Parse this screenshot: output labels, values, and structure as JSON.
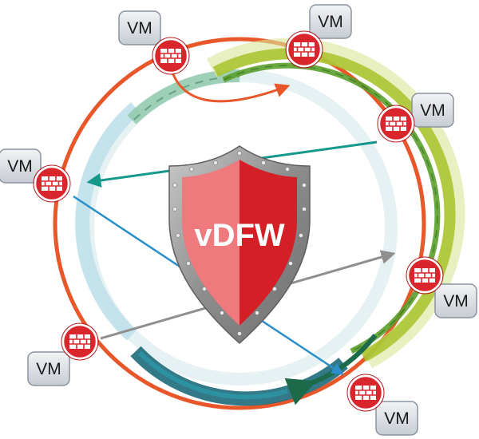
{
  "center": {
    "label": "vDFW"
  },
  "vm_label": "VM",
  "colors": {
    "orange_ring": "#e8572a",
    "firewall_red": "#d9262c",
    "shield_left": "#ef7a7e",
    "shield_right": "#d51f26",
    "shield_rim": "#9a9a9a",
    "teal": "#14988a",
    "blue": "#2a8fc9",
    "gray_arrow": "#8f8f8f",
    "green": "#5a9e2b",
    "olive": "#a8c32a"
  },
  "nodes": [
    {
      "id": "top-left",
      "label": "VM",
      "icon": "firewall-brick-icon"
    },
    {
      "id": "top",
      "label": "VM",
      "icon": "firewall-brick-icon"
    },
    {
      "id": "right-upper",
      "label": "VM",
      "icon": "firewall-brick-icon"
    },
    {
      "id": "left",
      "label": "VM",
      "icon": "firewall-brick-icon"
    },
    {
      "id": "right-lower",
      "label": "VM",
      "icon": "firewall-brick-icon"
    },
    {
      "id": "bottom-left",
      "label": "VM",
      "icon": "firewall-brick-icon"
    },
    {
      "id": "bottom",
      "label": "VM",
      "icon": "firewall-brick-icon"
    }
  ]
}
